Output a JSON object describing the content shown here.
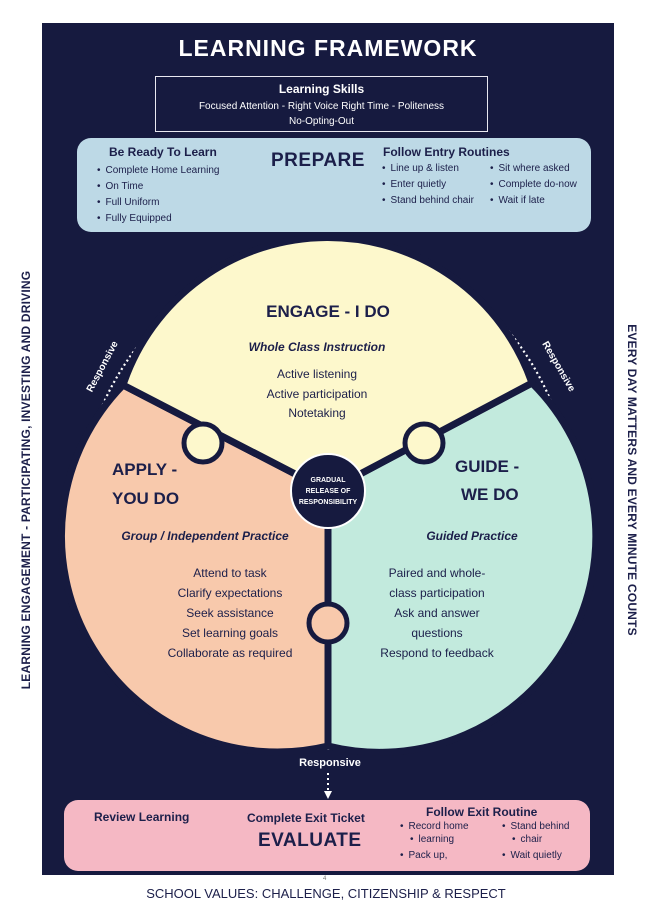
{
  "title": "LEARNING FRAMEWORK",
  "skills": {
    "title": "Learning Skills",
    "line1": "Focused Attention - Right Voice Right Time - Politeness",
    "line2": "No-Opting-Out"
  },
  "prepare": {
    "title": "PREPARE",
    "ready": {
      "heading": "Be Ready To Learn",
      "items": [
        "Complete Home Learning",
        "On Time",
        "Full Uniform",
        "Fully Equipped"
      ]
    },
    "entry": {
      "heading": "Follow Entry Routines",
      "col1": [
        "Line up & listen",
        "Enter quietly",
        "Stand behind chair"
      ],
      "col2": [
        "Sit where asked",
        "Complete do-now",
        "Wait if late"
      ]
    }
  },
  "engage": {
    "title": "ENGAGE - I DO",
    "subtitle": "Whole Class Instruction",
    "items": [
      "Active listening",
      "Active participation",
      "Notetaking"
    ]
  },
  "apply": {
    "title1": "APPLY -",
    "title2": "YOU DO",
    "subtitle": "Group / Independent Practice",
    "items": [
      "Attend to task",
      "Clarify expectations",
      "Seek assistance",
      "Set learning goals",
      "Collaborate as required"
    ]
  },
  "guide": {
    "title1": "GUIDE -",
    "title2": "WE DO",
    "subtitle": "Guided Practice",
    "items": [
      "Paired and whole-",
      "class participation",
      "Ask and answer",
      "questions",
      "Respond to feedback"
    ]
  },
  "center": {
    "line1": "GRADUAL",
    "line2": "RELEASE OF",
    "line3": "RESPONSIBILITY"
  },
  "responsive": {
    "left": "Responsive",
    "right": "Responsive",
    "bottom": "Responsive"
  },
  "evaluate": {
    "title": "EVALUATE",
    "review": "Review Learning",
    "exit_ticket": "Complete Exit Ticket",
    "routine": {
      "heading": "Follow Exit Routine",
      "col1": [
        "Record home",
        "learning",
        "Pack up,"
      ],
      "col2": [
        "Stand behind",
        "chair",
        "Wait quietly"
      ]
    }
  },
  "side_left": "LEARNING ENGAGEMENT - PARTICIPATING, INVESTING AND DRIVING",
  "side_right": "EVERY DAY MATTERS AND EVERY MINUTE COUNTS",
  "footer": "SCHOOL VALUES: CHALLENGE, CITIZENSHIP & RESPECT",
  "page_number": "4",
  "colors": {
    "background": "#161a3f",
    "engage": "#fdf8cc",
    "apply": "#f8c9ac",
    "guide": "#c2eadd",
    "prepare": "#bdd9e6",
    "evaluate": "#f5b8c4"
  }
}
